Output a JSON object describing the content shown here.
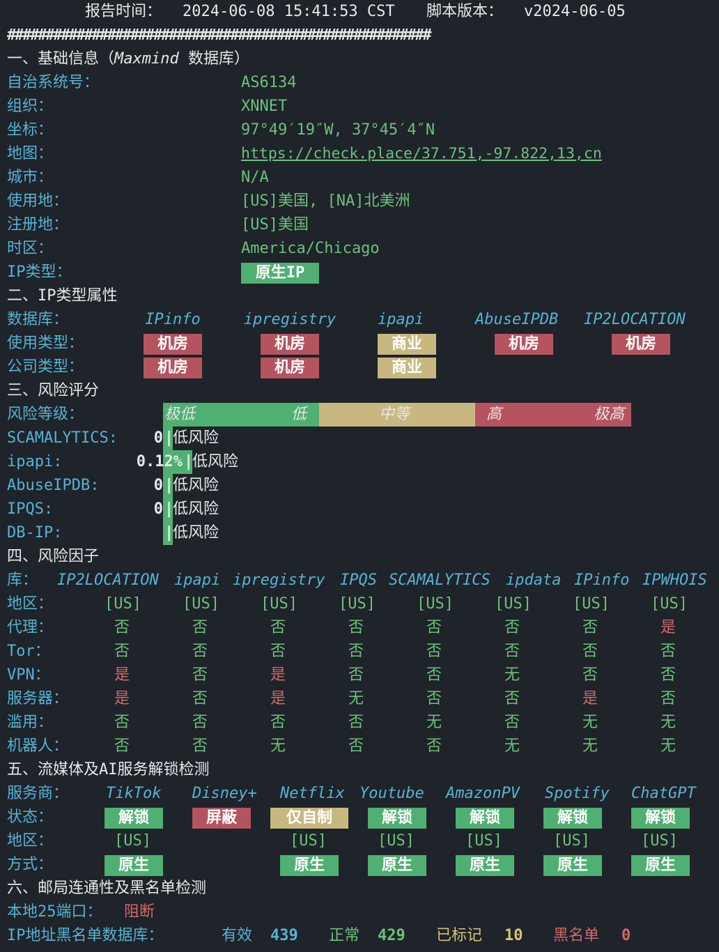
{
  "header": {
    "report_time_label": "报告时间：",
    "report_time": "2024-06-08 15:41:53 CST",
    "version_label": "脚本版本：",
    "version": "v2024-06-05"
  },
  "divider": "#######################################################",
  "basic": {
    "title_prefix": "一、基础信息（",
    "title_italic": "Maxmind",
    "title_suffix": " 数据库）",
    "asn_label": "自治系统号：",
    "asn": "AS6134",
    "org_label": "组织：",
    "org": "XNNET",
    "coord_label": "坐标：",
    "coord": "97°49′19″W, 37°45′4″N",
    "map_label": "地图：",
    "map": "https://check.place/37.751,-97.822,13,cn",
    "city_label": "城市：",
    "city": "N/A",
    "usage_label": "使用地：",
    "usage": "[US]美国, [NA]北美洲",
    "reg_label": "注册地：",
    "reg": "[US]美国",
    "tz_label": "时区：",
    "tz": "America/Chicago",
    "iptype_label": "IP类型：",
    "iptype": "原生IP"
  },
  "attr": {
    "title": "二、IP类型属性",
    "db_label": "数据库：",
    "dbs": [
      "IPinfo",
      "ipregistry",
      "ipapi",
      "AbuseIPDB",
      "IP2LOCATION"
    ],
    "usage_label": "使用类型：",
    "usage": [
      "机房",
      "机房",
      "商业",
      "机房",
      "机房"
    ],
    "company_label": "公司类型：",
    "company": [
      "机房",
      "机房",
      "商业"
    ]
  },
  "risk": {
    "title": "三、风险评分",
    "level_label": "风险等级：",
    "levels": {
      "very_low": "极低",
      "low": "低",
      "mid": "中等",
      "high": "高",
      "very_high": "极高"
    },
    "rows": [
      {
        "name": "SCAMALYTICS:",
        "score": "0",
        "text": "低风险"
      },
      {
        "name": "ipapi:",
        "score": "0.12%",
        "text": "低风险"
      },
      {
        "name": "AbuseIPDB:",
        "score": "0",
        "text": "低风险"
      },
      {
        "name": "IPQS:",
        "score": "0",
        "text": "低风险"
      },
      {
        "name": "DB-IP:",
        "score": "",
        "text": "低风险"
      }
    ]
  },
  "factors": {
    "title": "四、风险因子",
    "lib_label": "库：",
    "libs": [
      "IP2LOCATION",
      "ipapi",
      "ipregistry",
      "IPQS",
      "SCAMALYTICS",
      "ipdata",
      "IPinfo",
      "IPWHOIS"
    ],
    "region_label": "地区：",
    "region": "[US]",
    "rows": [
      {
        "label": "代理：",
        "vals": [
          "否",
          "否",
          "否",
          "否",
          "否",
          "否",
          "否",
          "是"
        ]
      },
      {
        "label": "Tor：",
        "vals": [
          "否",
          "否",
          "否",
          "否",
          "否",
          "否",
          "否",
          "否"
        ]
      },
      {
        "label": "VPN：",
        "vals": [
          "是",
          "否",
          "是",
          "否",
          "否",
          "无",
          "否",
          "否"
        ]
      },
      {
        "label": "服务器：",
        "vals": [
          "是",
          "否",
          "是",
          "无",
          "否",
          "否",
          "是",
          "否"
        ]
      },
      {
        "label": "滥用：",
        "vals": [
          "否",
          "否",
          "否",
          "否",
          "无",
          "否",
          "无",
          "无"
        ]
      },
      {
        "label": "机器人：",
        "vals": [
          "否",
          "否",
          "无",
          "否",
          "否",
          "无",
          "无",
          "无"
        ]
      }
    ]
  },
  "stream": {
    "title": "五、流媒体及AI服务解锁检测",
    "provider_label": "服务商：",
    "providers": [
      "TikTok",
      "Disney+",
      "Netflix",
      "Youtube",
      "AmazonPV",
      "Spotify",
      "ChatGPT"
    ],
    "status_label": "状态：",
    "status": [
      "解锁",
      "屏蔽",
      "仅自制",
      "解锁",
      "解锁",
      "解锁",
      "解锁"
    ],
    "region_label": "地区：",
    "regions": [
      "[US]",
      "",
      "[US]",
      "[US]",
      "[US]",
      "[US]",
      "[US]"
    ],
    "mode_label": "方式：",
    "modes": [
      "原生",
      "",
      "原生",
      "原生",
      "原生",
      "原生",
      "原生"
    ]
  },
  "mail": {
    "title": "六、邮局连通性及黑名单检测",
    "port_label": "本地25端口：",
    "port_status": "阻断",
    "bl_label": "IP地址黑名单数据库：",
    "valid_label": "有效",
    "valid": "439",
    "normal_label": "正常",
    "normal": "429",
    "marked_label": "已标记",
    "marked": "10",
    "black_label": "黑名单",
    "black": "0"
  },
  "colors": {
    "cyan": "#55b4d4",
    "green": "#6cc27a",
    "red": "#d16969",
    "yellow": "#d7c27a",
    "bg": "#1f232a"
  }
}
